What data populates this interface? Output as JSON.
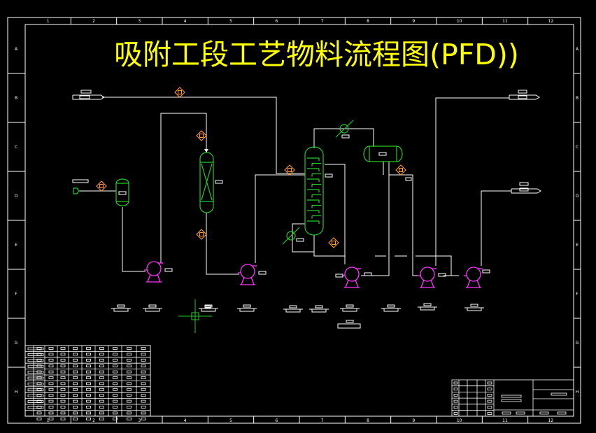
{
  "title": "吸附工段工艺物料流程图(PFD))",
  "border": {
    "columns": [
      "1",
      "2",
      "3",
      "4",
      "5",
      "6",
      "7",
      "8",
      "9",
      "10",
      "11",
      "12"
    ],
    "rows": [
      "A",
      "B",
      "C",
      "D",
      "E",
      "F",
      "G",
      "H"
    ]
  },
  "colors": {
    "background": "#000000",
    "title": "#ffff00",
    "line": "#ffffff",
    "vessel": "#22cc22",
    "pump": "#ff33ff",
    "valve": "#ff9933",
    "crosshair": "#22cc22"
  },
  "icons": {
    "vessel": "vertical-vessel-icon",
    "adsorber": "packed-column-icon",
    "column": "distillation-column-icon",
    "drum": "horizontal-drum-icon",
    "pump": "centrifugal-pump-icon",
    "valve": "control-valve-icon",
    "exchanger": "heat-exchanger-icon"
  }
}
